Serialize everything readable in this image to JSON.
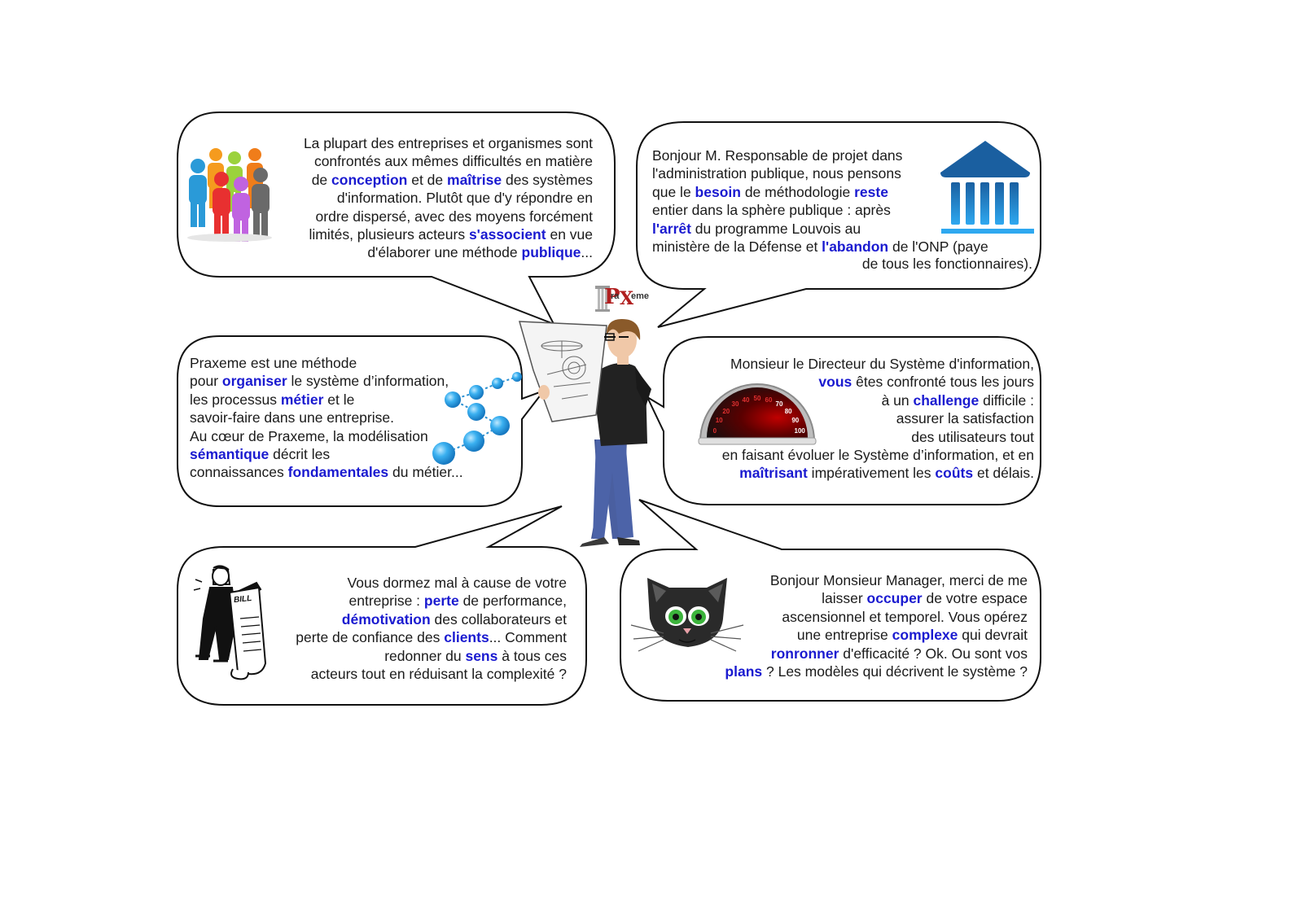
{
  "logo": {
    "p": "P",
    "ra": "ra",
    "x": "X",
    "eme": "eme"
  },
  "bubbles": {
    "top_left": {
      "segments": [
        {
          "t": "La plupart des entreprises et organismes sont\nconfrontés aux mêmes difficultés en matière\nde "
        },
        {
          "t": "conception",
          "b": true
        },
        {
          "t": " et de "
        },
        {
          "t": "maîtrise",
          "b": true
        },
        {
          "t": " des systèmes\nd'information. Plutôt que d'y répondre en\nordre dispersé, avec des moyens forcément\nlimités, plusieurs acteurs "
        },
        {
          "t": "s'associent",
          "b": true
        },
        {
          "t": " en vue\nd'élaborer une méthode "
        },
        {
          "t": "publique",
          "b": true
        },
        {
          "t": "..."
        }
      ]
    },
    "top_right": {
      "segments": [
        {
          "t": "Bonjour M. Responsable de projet dans\nl'administration publique, nous pensons\nque le "
        },
        {
          "t": "besoin",
          "b": true
        },
        {
          "t": " de méthodologie "
        },
        {
          "t": "reste",
          "b": true
        },
        {
          "t": "\nentier dans la sphère publique : après\n"
        },
        {
          "t": "l'arrêt",
          "b": true
        },
        {
          "t": " du programme Louvois au\nministère de la Défense et "
        },
        {
          "t": "l'abandon",
          "b": true
        },
        {
          "t": " de l'ONP (paye"
        }
      ],
      "last_line": "de tous les fonctionnaires)."
    },
    "mid_left": {
      "segments": [
        {
          "t": "Praxeme est une méthode\npour "
        },
        {
          "t": "organiser",
          "b": true
        },
        {
          "t": " le système d’information,\nles processus "
        },
        {
          "t": "métier",
          "b": true
        },
        {
          "t": " et le\nsavoir-faire dans une entreprise.\nAu cœur de Praxeme, la modélisation\n"
        },
        {
          "t": "sémantique",
          "b": true
        },
        {
          "t": " décrit les\nconnaissances "
        },
        {
          "t": "fondamentales",
          "b": true
        },
        {
          "t": " du métier..."
        }
      ]
    },
    "mid_right": {
      "segments": [
        {
          "t": "Monsieur le Directeur du Système d'information,\n"
        },
        {
          "t": "vous",
          "b": true
        },
        {
          "t": " êtes confronté tous les jours\nà un "
        },
        {
          "t": "challenge",
          "b": true
        },
        {
          "t": " difficile :\nassurer la satisfaction\ndes utilisateurs tout\nen faisant évoluer le Système d’information, et en\n"
        },
        {
          "t": "maîtrisant",
          "b": true
        },
        {
          "t": " impérativement les "
        },
        {
          "t": "coûts",
          "b": true
        },
        {
          "t": " et délais."
        }
      ]
    },
    "bottom_left": {
      "segments": [
        {
          "t": "Vous dormez mal à cause de votre\nentreprise : "
        },
        {
          "t": "perte",
          "b": true
        },
        {
          "t": " de performance,\n"
        },
        {
          "t": "démotivation",
          "b": true
        },
        {
          "t": " des collaborateurs et\nperte de confiance des "
        },
        {
          "t": "clients",
          "b": true
        },
        {
          "t": "... Comment\nredonner du "
        },
        {
          "t": "sens",
          "b": true
        },
        {
          "t": " à tous ces\nacteurs tout en réduisant la complexité ?"
        }
      ]
    },
    "bottom_right": {
      "segments": [
        {
          "t": "Bonjour Monsieur Manager, merci de me\nlaisser "
        },
        {
          "t": "occuper",
          "b": true
        },
        {
          "t": " de votre espace\nascensionnel et temporel. Vous opérez\nune entreprise "
        },
        {
          "t": "complexe",
          "b": true
        },
        {
          "t": " qui devrait\n"
        },
        {
          "t": "ronronner",
          "b": true
        },
        {
          "t": " d'efficacité ? Ok. Ou sont vos\n"
        },
        {
          "t": "plans",
          "b": true
        },
        {
          "t": " ? Les modèles qui décrivent le système ?"
        }
      ]
    }
  },
  "gauge_labels": [
    "0",
    "10",
    "20",
    "30",
    "40",
    "50",
    "60",
    "70",
    "80",
    "90",
    "100"
  ],
  "bill_label": "BILL",
  "colors": {
    "keyword": "#1a1ad0",
    "bubble_stroke": "#111111",
    "temple_blue": "#1a5fa0",
    "molecule_blue": "#3ab0f0",
    "logo_red": "#b01e1e"
  }
}
